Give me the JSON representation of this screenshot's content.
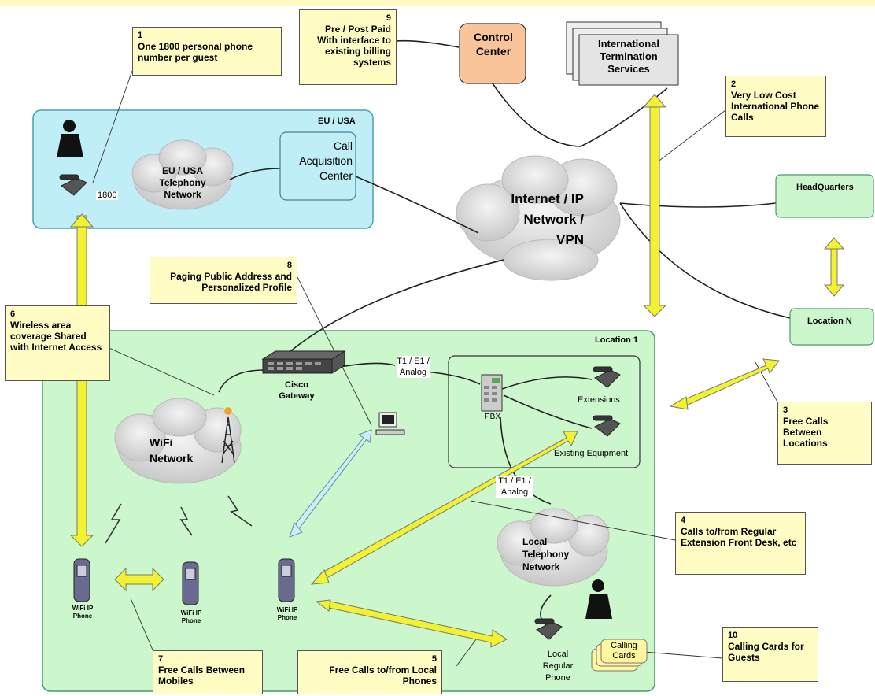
{
  "regions": {
    "eu_usa": "EU / USA",
    "location1": "Location 1"
  },
  "boxes": {
    "control_center": "Control Center",
    "international_termination": "International Termination Services",
    "call_acquisition": "Call Acquisition Center",
    "headquarters": "HeadQuarters",
    "location_n": "Location N",
    "calling_cards": "Calling Cards"
  },
  "clouds": {
    "eu_telephony": "EU / USA Telephony Network",
    "internet": "Internet / IP Network / VPN",
    "wifi": "WiFi Network",
    "local_telephony": "Local Telephony Network"
  },
  "labels": {
    "n1800": "1800",
    "cisco_gateway": "Cisco Gateway",
    "t1e1_top": "T1 / E1 / Analog",
    "t1e1_bottom": "T1 / E1 / Analog",
    "pbx": "PBX",
    "extensions": "Extensions",
    "existing_equipment": "Existing Equipment",
    "wifi_phone_1": "WiFi IP Phone",
    "wifi_phone_2": "WiFi IP Phone",
    "wifi_phone_3": "WiFi IP Phone",
    "local_regular_phone": "Local Regular Phone"
  },
  "notes": [
    {
      "num": "1",
      "text": "One 1800 personal phone number per guest"
    },
    {
      "num": "2",
      "text": "Very Low Cost International Phone Calls"
    },
    {
      "num": "3",
      "text": "Free Calls Between Locations"
    },
    {
      "num": "4",
      "text": "Calls to/from Regular Extension Front Desk, etc"
    },
    {
      "num": "5",
      "text": "Free Calls to/from Local Phones"
    },
    {
      "num": "6",
      "text": "Wireless area coverage Shared with Internet Access"
    },
    {
      "num": "7",
      "text": "Free Calls Between Mobiles"
    },
    {
      "num": "8",
      "text": "Paging Public Address and Personalized Profile"
    },
    {
      "num": "9",
      "text": "Pre / Post Paid With interface to existing billing systems"
    },
    {
      "num": "10",
      "text": "Calling Cards for Guests"
    }
  ],
  "colors": {
    "eu_region": "#bfeef7",
    "location_region": "#ccf7cc",
    "control_center": "#f9c49a",
    "note": "#fffcc4",
    "arrow": "#f2f230",
    "blue_arrow": "#cdeef7"
  }
}
